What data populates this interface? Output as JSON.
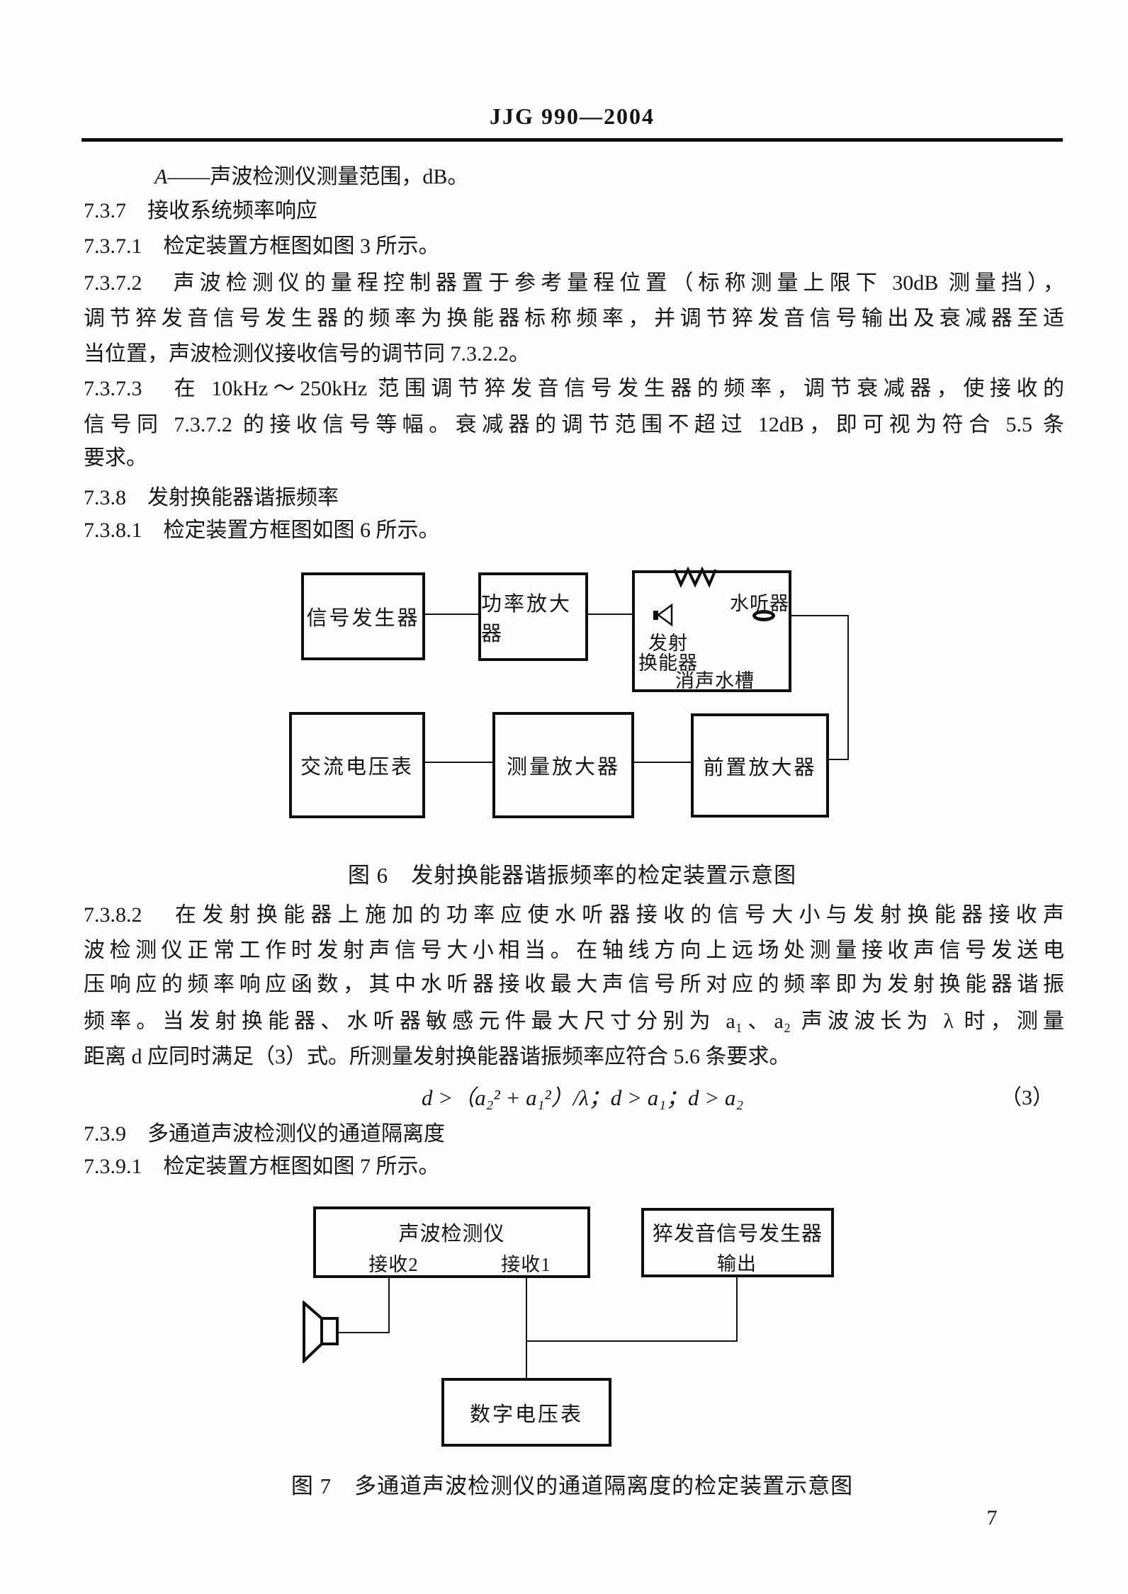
{
  "document": {
    "header_title": "JJG 990—2004",
    "page_number": "7"
  },
  "body": {
    "definition_line": "A——声波检测仪测量范围，dB。",
    "sec_737": "7.3.7　接收系统频率响应",
    "sec_7371": "7.3.7.1　检定装置方框图如图 3 所示。",
    "para_7372": [
      "7.3.7.2　声波检测仪的量程控制器置于参考量程位置（标称测量上限下 30dB 测量挡），",
      "调节猝发音信号发生器的频率为换能器标称频率，并调节猝发音信号输出及衰减器至适",
      "当位置，声波检测仪接收信号的调节同 7.3.2.2。"
    ],
    "para_7373": [
      "7.3.7.3　在 10kHz～250kHz 范围调节猝发音信号发生器的频率，调节衰减器，使接收的",
      "信号同 7.3.7.2 的接收信号等幅。衰减器的调节范围不超过 12dB，即可视为符合 5.5 条",
      "要求。"
    ],
    "sec_738": "7.3.8　发射换能器谐振频率",
    "sec_7381": "7.3.8.1　检定装置方框图如图 6 所示。",
    "para_7382": [
      "7.3.8.2　在发射换能器上施加的功率应使水听器接收的信号大小与发射换能器接收声",
      "波检测仪正常工作时发射声信号大小相当。在轴线方向上远场处测量接收声信号发送电",
      "压响应的频率响应函数，其中水听器接收最大声信号所对应的频率即为发射换能器谐振",
      "频率。当发射换能器、水听器敏感元件最大尺寸分别为 a₁、a₂ 声波波长为 λ 时，测量",
      "距离 d 应同时满足（3）式。所测量发射换能器谐振频率应符合 5.6 条要求。"
    ],
    "formula": {
      "body": "d >（a₂² + a₁²）/λ；d > a₁；d > a₂",
      "number": "（3）"
    },
    "sec_739": "7.3.9　多通道声波检测仪的通道隔离度",
    "sec_7391": "7.3.9.1　检定装置方框图如图 7 所示。"
  },
  "figure6": {
    "caption": "图 6　发射换能器谐振频率的检定装置示意图",
    "signal_generator": "信号发生器",
    "power_amplifier": "功率放大器",
    "transmit_label_1": "发射",
    "transmit_label_2": "换能器",
    "hydrophone_label": "水听器",
    "tank_label": "消声水槽",
    "ac_voltmeter": "交流电压表",
    "measuring_amplifier": "测量放大器",
    "preamplifier": "前置放大器"
  },
  "figure7": {
    "caption": "图 7　多通道声波检测仪的通道隔离度的检定装置示意图",
    "detector_title": "声波检测仪",
    "detector_port2": "接收2",
    "detector_port1": "接收1",
    "generator_title": "猝发音信号发生器",
    "generator_port": "输出",
    "voltmeter": "数字电压表"
  }
}
